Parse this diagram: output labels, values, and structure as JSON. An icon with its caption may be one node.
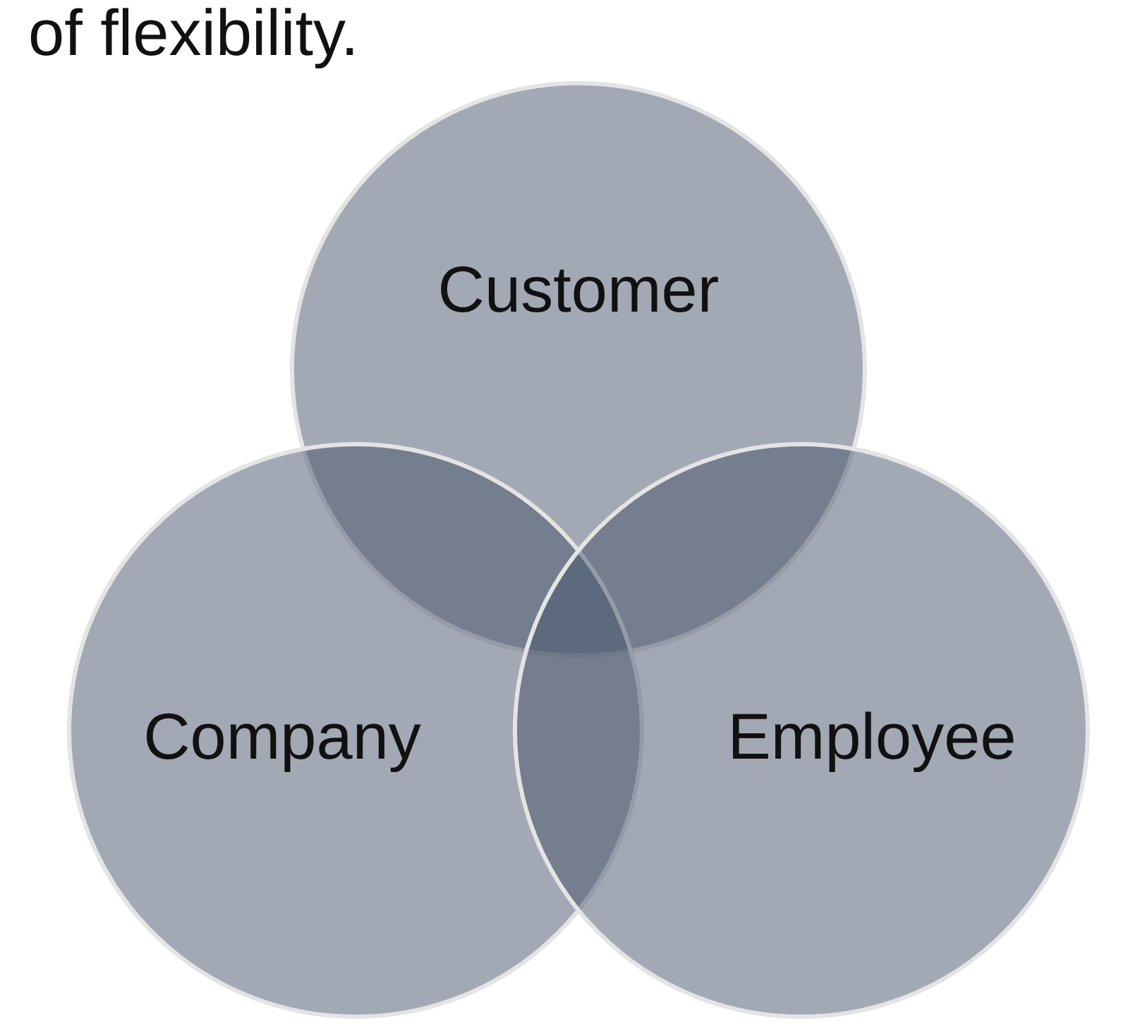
{
  "diagram": {
    "nodes": [
      {
        "text": [
          "Customer"
        ]
      },
      {
        "text": [
          "Company"
        ]
      },
      {
        "text": [
          "Employee"
        ]
      }
    ],
    "labels": [
      "of flexibility."
    ]
  }
}
